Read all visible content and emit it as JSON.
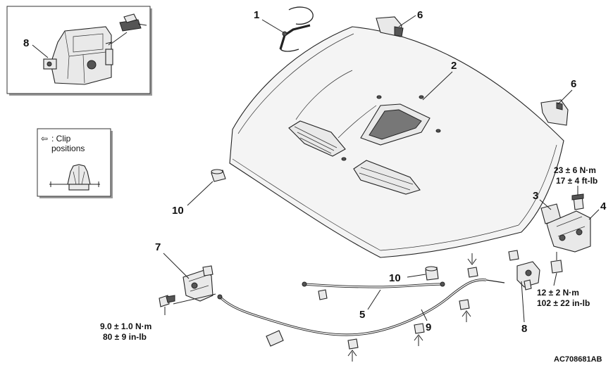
{
  "callouts": {
    "n1": "1",
    "n2": "2",
    "n3": "3",
    "n4": "4",
    "n5": "5",
    "n6a": "6",
    "n6b": "6",
    "n7": "7",
    "n8a": "8",
    "n8b": "8",
    "n9": "9",
    "n10a": "10",
    "n10b": "10"
  },
  "torque": {
    "hinge_nm": "23 ± 6 N·m",
    "hinge_ftlb": "17 ± 4 ft-lb",
    "lock_nm": "12 ± 2 N·m",
    "lock_inlb": "102 ± 22 in-lb",
    "release_nm": "9.0 ± 1.0 N·m",
    "release_inlb": "80 ± 9 in-lb"
  },
  "legend": {
    "arrow_symbol": "⇦",
    "line1": ": Clip",
    "line2": "positions"
  },
  "figure_code": "AC708681AB",
  "icons": [
    "clip-arrow-icon",
    "bolt-icon",
    "clip-icon"
  ]
}
